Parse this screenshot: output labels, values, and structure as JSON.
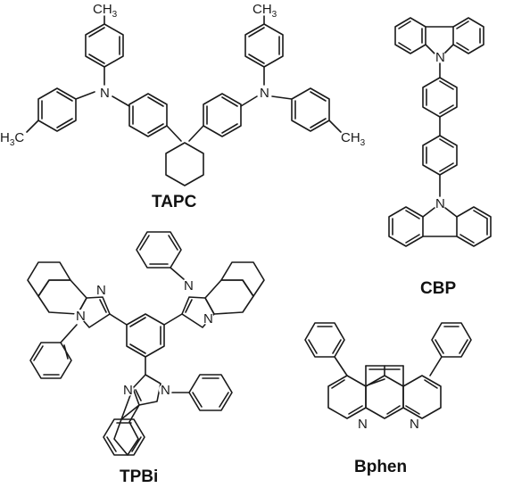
{
  "molecules": [
    {
      "id": "tapc",
      "name": "TAPC"
    },
    {
      "id": "cbp",
      "name": "CBP"
    },
    {
      "id": "tpbi",
      "name": "TPBi"
    },
    {
      "id": "bphen",
      "name": "Bphen"
    }
  ],
  "atom_labels": {
    "nitrogen": "N",
    "methyl_right": "CH3",
    "methyl_left": "H3C"
  }
}
